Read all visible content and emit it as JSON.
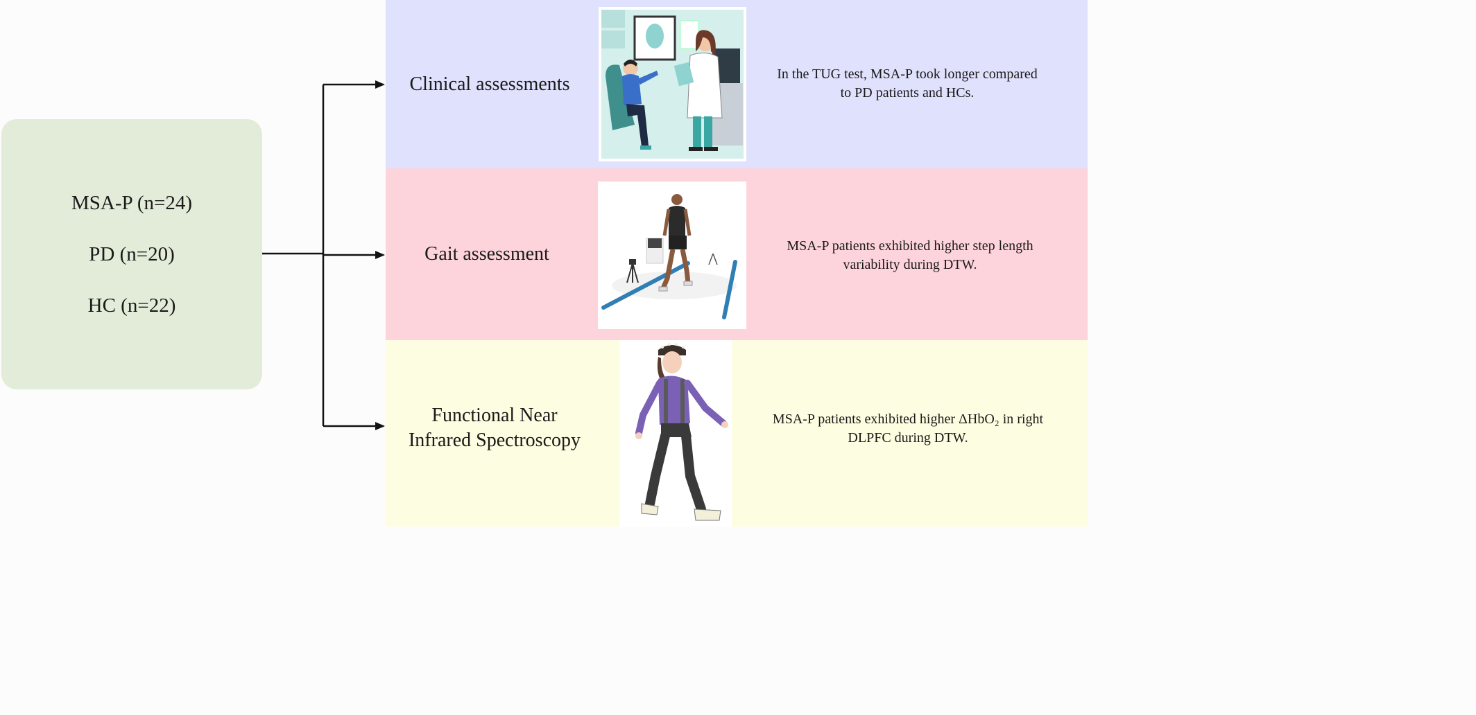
{
  "groups": {
    "msa_p": "MSA-P (n=24)",
    "pd": "PD (n=20)",
    "hc": "HC (n=22)"
  },
  "assessments": {
    "clinical": {
      "title": "Clinical assessments",
      "finding_line1": "In the TUG test, MSA-P took longer compared",
      "finding_line2": "to PD patients and HCs."
    },
    "gait": {
      "title": "Gait assessment",
      "finding_line1": "MSA-P patients exhibited higher step length",
      "finding_line2": "variability during DTW."
    },
    "fnirs": {
      "title_line1": "Functional Near",
      "title_line2": "Infrared Spectroscopy",
      "finding_line1": "MSA-P patients exhibited higher ΔHbO₂ in right",
      "finding_line2": "DLPFC during DTW."
    }
  },
  "colors": {
    "groups_box": "#e2ecd8",
    "clinical_band": "#e0e1fd",
    "gait_band": "#fed4dc",
    "fnirs_band": "#fdfde1"
  }
}
